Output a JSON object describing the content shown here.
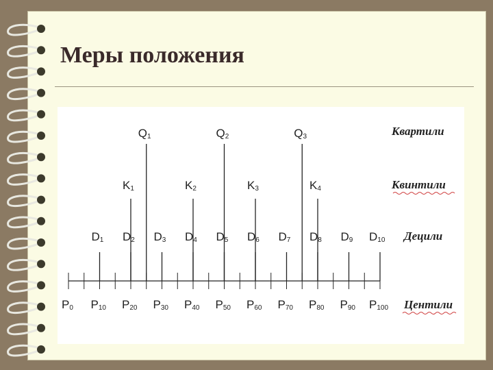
{
  "title": "Меры положения",
  "quartiles": {
    "row_label": "Квартили",
    "marks": [
      {
        "letter": "Q",
        "index": "1",
        "percent": 25
      },
      {
        "letter": "Q",
        "index": "2",
        "percent": 50
      },
      {
        "letter": "Q",
        "index": "3",
        "percent": 75
      }
    ]
  },
  "quintiles": {
    "row_label": "Квинтили",
    "marks": [
      {
        "letter": "K",
        "index": "1",
        "percent": 20
      },
      {
        "letter": "K",
        "index": "2",
        "percent": 40
      },
      {
        "letter": "K",
        "index": "3",
        "percent": 60
      },
      {
        "letter": "K",
        "index": "4",
        "percent": 80
      }
    ]
  },
  "deciles": {
    "row_label": "Децили",
    "marks": [
      {
        "letter": "D",
        "index": "1",
        "percent": 10
      },
      {
        "letter": "D",
        "index": "2",
        "percent": 20
      },
      {
        "letter": "D",
        "index": "3",
        "percent": 30
      },
      {
        "letter": "D",
        "index": "4",
        "percent": 40
      },
      {
        "letter": "D",
        "index": "5",
        "percent": 50
      },
      {
        "letter": "D",
        "index": "6",
        "percent": 60
      },
      {
        "letter": "D",
        "index": "7",
        "percent": 70
      },
      {
        "letter": "D",
        "index": "8",
        "percent": 80
      },
      {
        "letter": "D",
        "index": "9",
        "percent": 90
      },
      {
        "letter": "D",
        "index": "10",
        "percent": 100
      }
    ]
  },
  "centiles": {
    "row_label": "Центили",
    "marks": [
      {
        "letter": "P",
        "index": "0",
        "percent": 0
      },
      {
        "letter": "P",
        "index": "10",
        "percent": 10
      },
      {
        "letter": "P",
        "index": "20",
        "percent": 20
      },
      {
        "letter": "P",
        "index": "30",
        "percent": 30
      },
      {
        "letter": "P",
        "index": "40",
        "percent": 40
      },
      {
        "letter": "P",
        "index": "50",
        "percent": 50
      },
      {
        "letter": "P",
        "index": "60",
        "percent": 60
      },
      {
        "letter": "P",
        "index": "70",
        "percent": 70
      },
      {
        "letter": "P",
        "index": "80",
        "percent": 80
      },
      {
        "letter": "P",
        "index": "90",
        "percent": 90
      },
      {
        "letter": "P",
        "index": "100",
        "percent": 100
      }
    ]
  },
  "axis": {
    "tick_percents": [
      0,
      5,
      10,
      15,
      20,
      25,
      30,
      35,
      40,
      45,
      50,
      55,
      60,
      65,
      70,
      75,
      80,
      85,
      90,
      95,
      100
    ]
  },
  "colors": {
    "page": "#fbfbe4",
    "frame": "#8b7a63",
    "ink": "#222222",
    "title": "#3a2a2a"
  },
  "decorations": {
    "binding": "spiral-rings-icon"
  }
}
